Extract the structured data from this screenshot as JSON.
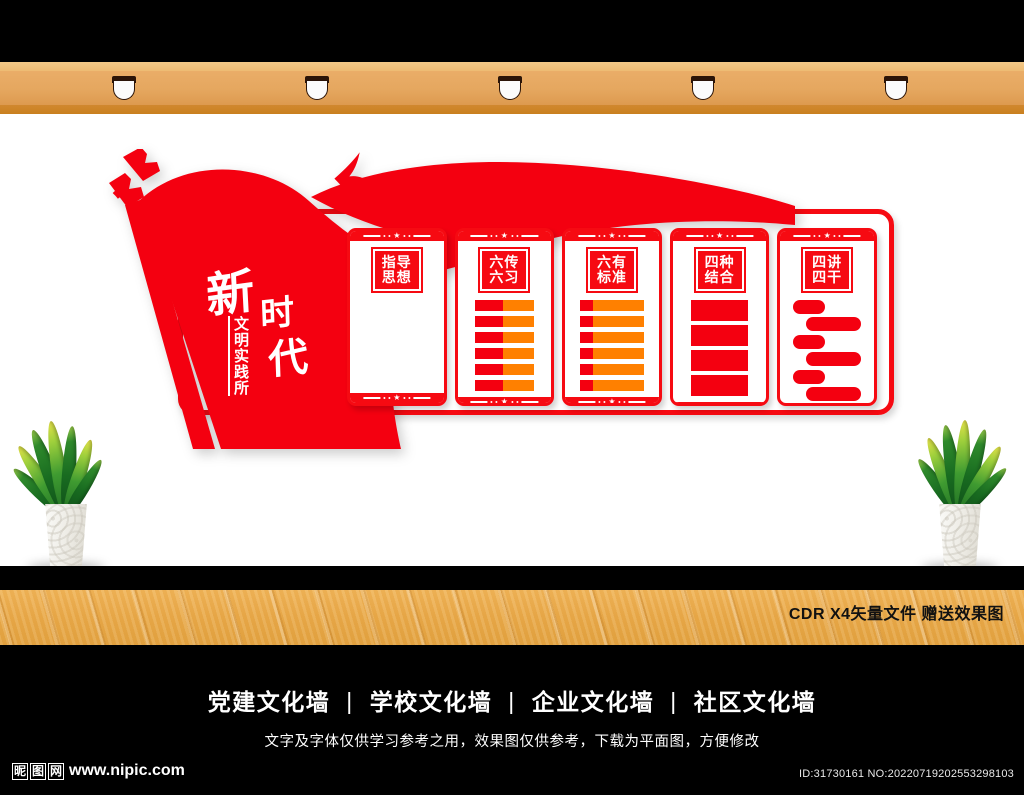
{
  "poster": {
    "title_main_chars": [
      "新",
      "时",
      "代"
    ],
    "title_sub": "文明实践所",
    "cdr_note": "CDR X4矢量文件  赠送效果图",
    "cards": [
      {
        "name": "指导思想",
        "chip_lines": [
          "指导",
          "思想"
        ],
        "content_type": "empty",
        "rows": 0
      },
      {
        "name": "六传六习",
        "chip_lines": [
          "六传",
          "六习"
        ],
        "content_type": "two-tone-bars",
        "rows": 6
      },
      {
        "name": "六有标准",
        "chip_lines": [
          "六有",
          "标准"
        ],
        "content_type": "two-tone-bars-short",
        "rows": 6
      },
      {
        "name": "四种结合",
        "chip_lines": [
          "四种",
          "结合"
        ],
        "content_type": "solid-blocks",
        "rows": 4
      },
      {
        "name": "四讲四干",
        "chip_lines": [
          "四讲",
          "四干"
        ],
        "content_type": "pill-pairs",
        "rows": 4
      }
    ]
  },
  "footer": {
    "categories": [
      "党建文化墙",
      "学校文化墙",
      "企业文化墙",
      "社区文化墙"
    ],
    "separator": "|",
    "disclaimer": "文字及字体仅供学习参考之用，效果图仅供参考，下载为平面图，方便修改",
    "watermark_brand": "昵图网",
    "watermark_url": "www.nipic.com",
    "asset_id": "ID:31730161 NO:20220719202553298103"
  },
  "colors": {
    "red": "#f60a12",
    "bar_red": "#f40010",
    "orange": "#ff8000",
    "wood_rail": "#e5a75f",
    "wood_floor": "#e9a948",
    "black": "#000000",
    "white": "#ffffff"
  },
  "scene": {
    "hook_count": 5,
    "plant_left": "snake-plant",
    "plant_right": "snake-plant",
    "bird_count": 3
  }
}
